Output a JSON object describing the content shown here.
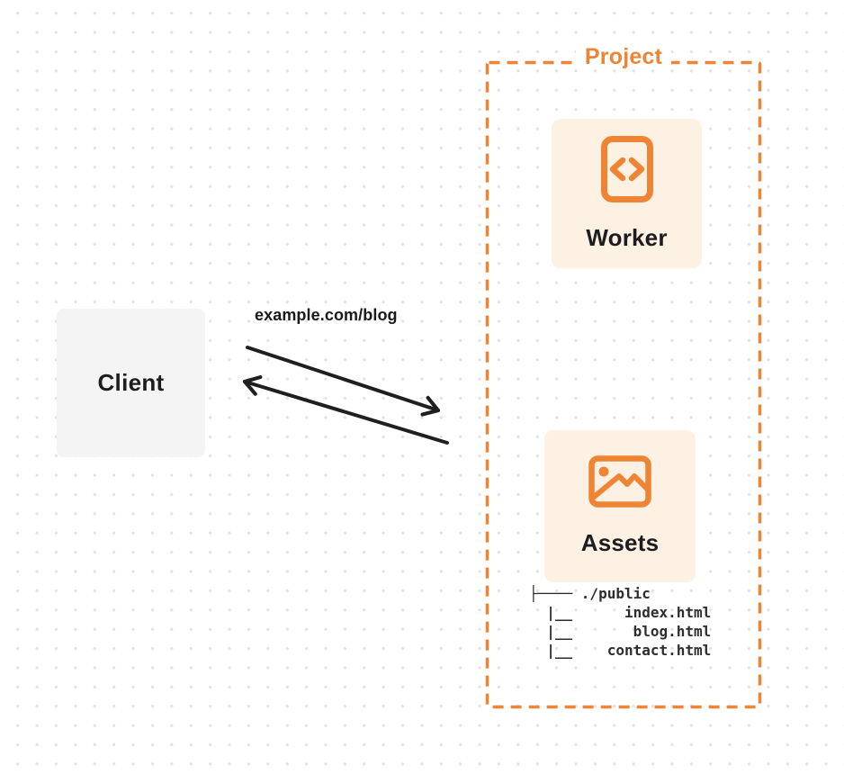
{
  "diagram": {
    "title": "Client to Worker and Assets routing diagram"
  },
  "colors": {
    "accent_orange": "#EE8434",
    "card_background": "#FCF1E3",
    "client_background": "#F4F4F5",
    "text_dark": "#1D1D1F",
    "tree_text": "#2D2D2D",
    "arrow": "#1F1F1F",
    "grid_dot": "#E2E2E4"
  },
  "project": {
    "label": "Project"
  },
  "worker": {
    "label": "Worker",
    "icon": "code-file-icon"
  },
  "assets": {
    "label": "Assets",
    "icon": "image-picture-icon"
  },
  "file_tree": {
    "lines": [
      "├──── ./public",
      "  |__      index.html",
      "  |__       blog.html",
      "  |__    contact.html"
    ]
  },
  "client": {
    "label": "Client"
  },
  "request": {
    "label": "example.com/blog"
  }
}
